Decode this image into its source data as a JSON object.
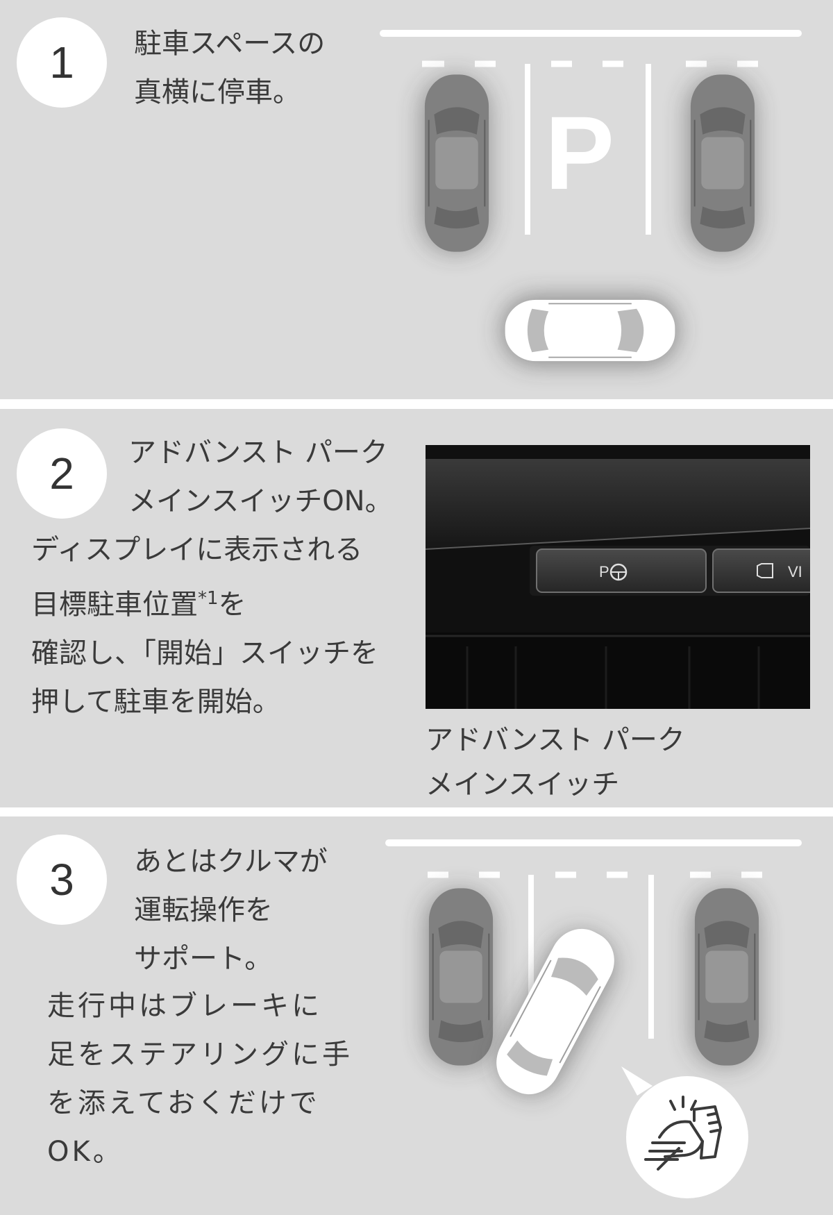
{
  "steps": [
    {
      "number": "1",
      "lines": [
        "駐車スペースの",
        "真横に停車。"
      ],
      "parking_sign": "P"
    },
    {
      "number": "2",
      "lines": [
        "アドバンスト パーク",
        "メインスイッチON。",
        "ディスプレイに表示される",
        "目標駐車位置",
        "確認し、「開始」スイッチを",
        "押して駐車を開始。"
      ],
      "footnote_mark": "*",
      "footnote_num": "1",
      "line4_suffix": "を",
      "photo": {
        "button_p_label": "P",
        "button_view_label": "VI"
      },
      "caption_lines": [
        "アドバンスト パーク",
        "メインスイッチ"
      ]
    },
    {
      "number": "3",
      "lines": [
        "あとはクルマが",
        "運転操作を",
        "サポート。"
      ],
      "note_lines": [
        "走行中はブレーキに",
        "足をステアリングに手",
        "を添えておくだけで",
        "OK。"
      ]
    }
  ],
  "colors": {
    "panel_bg": "#dbdbdb",
    "parked_car": "#808080",
    "own_car": "#ffffff",
    "text": "#3a3a3a"
  }
}
